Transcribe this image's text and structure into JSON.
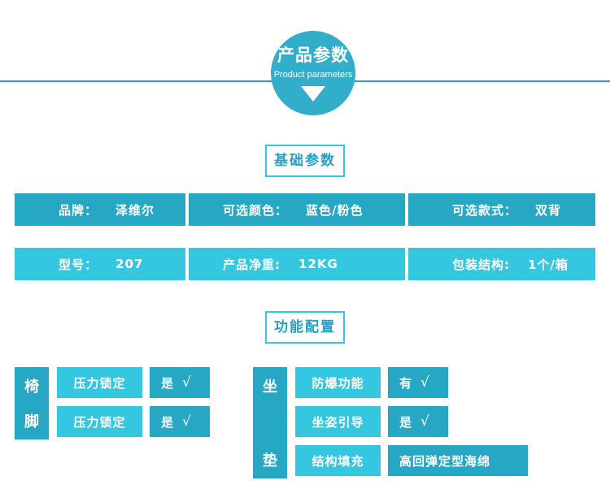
{
  "header": {
    "badge_title_cn": "产品参数",
    "badge_title_en": "Product parameters",
    "arrow_icon": "triangle-down-icon",
    "accent_color": "#2a9fc4",
    "badge_color": "#32aecb"
  },
  "sections": {
    "basic_title": "基础参数",
    "function_title": "功能配置"
  },
  "spec_table": {
    "row1": [
      {
        "label": "品牌：",
        "value": "泽维尔"
      },
      {
        "label": "可选颜色：",
        "value": "蓝色/粉色"
      },
      {
        "label": "可选款式：",
        "value": "双背"
      }
    ],
    "row2": [
      {
        "label": "型号：",
        "value": "207"
      },
      {
        "label": "产品净重:",
        "value": "12KG"
      },
      {
        "label": "包装结构:",
        "value": "1个/箱"
      }
    ]
  },
  "function_config": {
    "left_group": {
      "side_label_chars": [
        "椅",
        "脚"
      ],
      "rows": [
        {
          "name": "压力锁定",
          "value": "是",
          "check": "√"
        },
        {
          "name": "压力锁定",
          "value": "是",
          "check": "√"
        }
      ]
    },
    "right_group": {
      "side_label_chars": [
        "坐",
        "垫"
      ],
      "rows": [
        {
          "name": "防爆功能",
          "value": "有",
          "check": "√"
        },
        {
          "name": "坐姿引导",
          "value": "是",
          "check": "√"
        },
        {
          "name": "结构填充",
          "value": "高回弹定型海绵",
          "check": ""
        }
      ]
    }
  },
  "colors": {
    "dark_teal": "#26a8c4",
    "light_cyan": "#35c6e0",
    "rule": "#2a9fc4"
  }
}
